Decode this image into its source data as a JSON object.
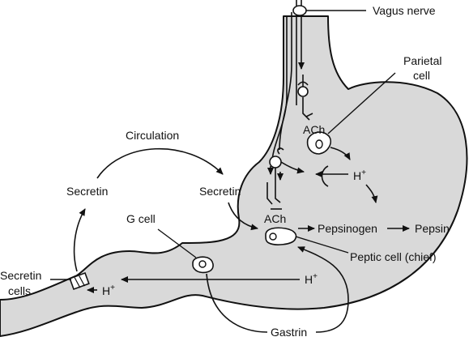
{
  "colors": {
    "stomach_fill": "#d9d9d9",
    "stroke": "#111111",
    "background": "#ffffff"
  },
  "labels": {
    "vagus_nerve": "Vagus nerve",
    "parietal_cell_line1": "Parietal",
    "parietal_cell_line2": "cell",
    "circulation": "Circulation",
    "secretin_left": "Secretin",
    "secretin_right": "Secretin",
    "g_cell": "G cell",
    "ach_upper": "ACh",
    "ach_lower": "ACh",
    "h_plus_upper": "H",
    "h_plus_middle": "H",
    "h_plus_lower": "H",
    "plus_sign": "+",
    "pepsinogen": "Pepsinogen",
    "pepsin": "Pepsin",
    "peptic_cell": "Peptic cell (chief)",
    "secretin_cells_line1": "Secretin",
    "secretin_cells_line2": "cells",
    "gastrin": "Gastrin"
  }
}
